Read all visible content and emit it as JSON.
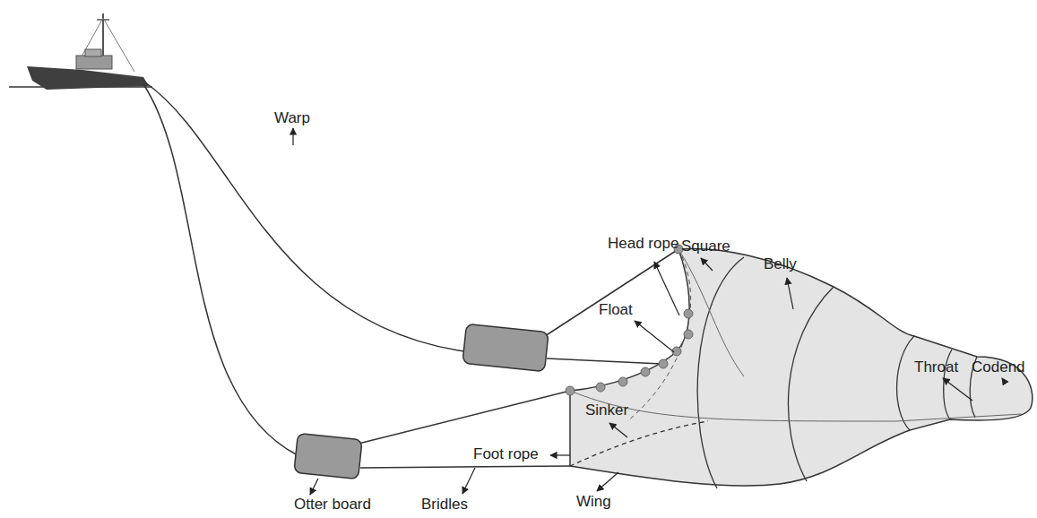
{
  "diagram": {
    "labels": [
      "Warp",
      "Head rope",
      "Square",
      "Belly",
      "Float",
      "Throat",
      "Codend",
      "Sinker",
      "Foot rope",
      "Otter board",
      "Bridles",
      "Wing"
    ]
  }
}
